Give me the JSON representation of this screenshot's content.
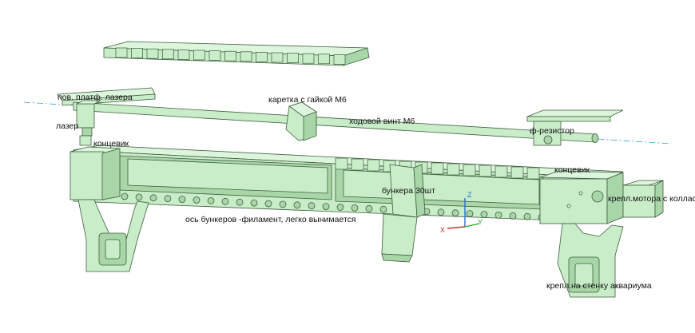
{
  "labels": {
    "laser_platform_hinge": "пов. платф. лазера",
    "carriage": "каретка с гайкой М6",
    "lead_screw": "ходовой винт М6",
    "laser": "лазер",
    "photoresistor": "ф-резистор",
    "endstop_left": "концевик",
    "endstop_right": "концевик",
    "hoppers": "бункера 30шт",
    "motor_mount": "крепл.мотора с коллас",
    "hopper_axis": "ось бункеров -филамент, легко вынимается",
    "wall_mount": "крепл.на стенку аквариума"
  },
  "triad": {
    "z": "Z",
    "x": "X",
    "y": "Y"
  },
  "colors": {
    "part_fill": "#c9ecc9",
    "part_stroke": "#3d5e3d",
    "centerline": "#3aa3d6"
  }
}
